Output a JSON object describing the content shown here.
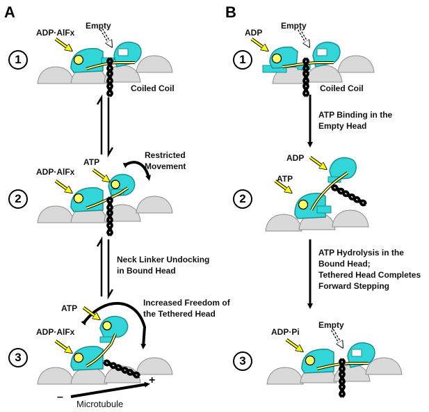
{
  "panels": {
    "a": "A",
    "b": "B"
  },
  "steps": {
    "one": "1",
    "two": "2",
    "three": "3"
  },
  "panel_a": {
    "s1_adp_alfx": "ADP·AlFx",
    "s1_empty": "Empty",
    "s1_coiled_coil": "Coiled Coil",
    "restricted_1": "Restricted",
    "restricted_2": "Movement",
    "s2_adp_alfx": "ADP·AlFx",
    "s2_atp": "ATP",
    "neck_1": "Neck Linker Undocking",
    "neck_2": "in Bound Head",
    "freedom_1": "Increased Freedom of",
    "freedom_2": "the Tethered Head",
    "s3_atp": "ATP",
    "s3_adp_alfx": "ADP·AlFx",
    "minus": "–",
    "plus": "+",
    "microtubule": "Microtubule"
  },
  "panel_b": {
    "s1_adp": "ADP",
    "s1_empty": "Empty",
    "s1_coiled_coil": "Coiled Coil",
    "atp_binding_1": "ATP Binding in the",
    "atp_binding_2": "Empty Head",
    "s2_adp": "ADP",
    "s2_atp": "ATP",
    "hydro_1": "ATP Hydrolysis in the",
    "hydro_2": "Bound Head;",
    "hydro_3": "Tethered Head Completes",
    "hydro_4": "Forward Stepping",
    "s3_adp_pi": "ADP·Pi",
    "s3_empty": "Empty"
  },
  "colors": {
    "motor_head": "#33d6d8",
    "motor_outline": "#1a8f92",
    "nucleotide": "#ffff66",
    "yellow_arrow": "#ffff00",
    "tubulin": "#d9d9d9",
    "tubulin_outline": "#8c8c8c",
    "linker": "#ffff66"
  }
}
